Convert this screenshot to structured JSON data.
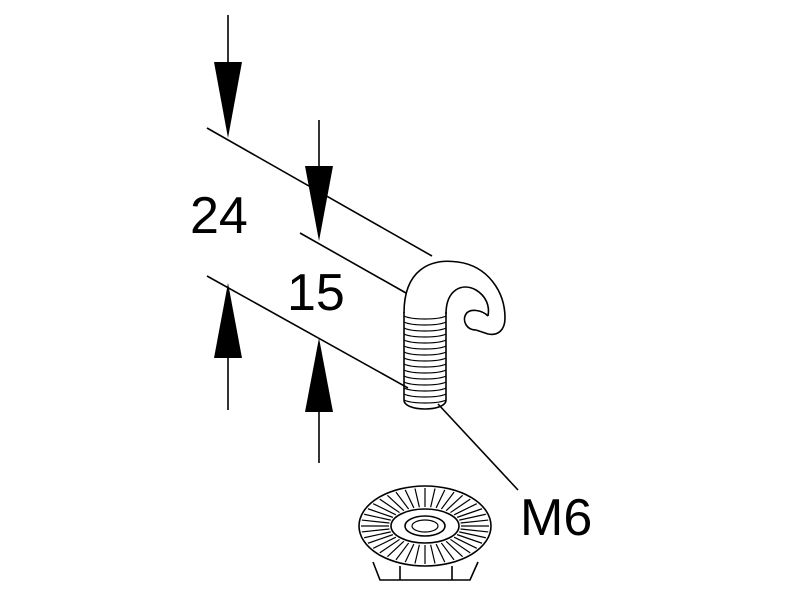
{
  "diagram": {
    "dimensions": {
      "overall_height": "24",
      "thread_length": "15",
      "thread_size": "M6"
    },
    "colors": {
      "ink": "#000000",
      "background": "#ffffff"
    }
  }
}
